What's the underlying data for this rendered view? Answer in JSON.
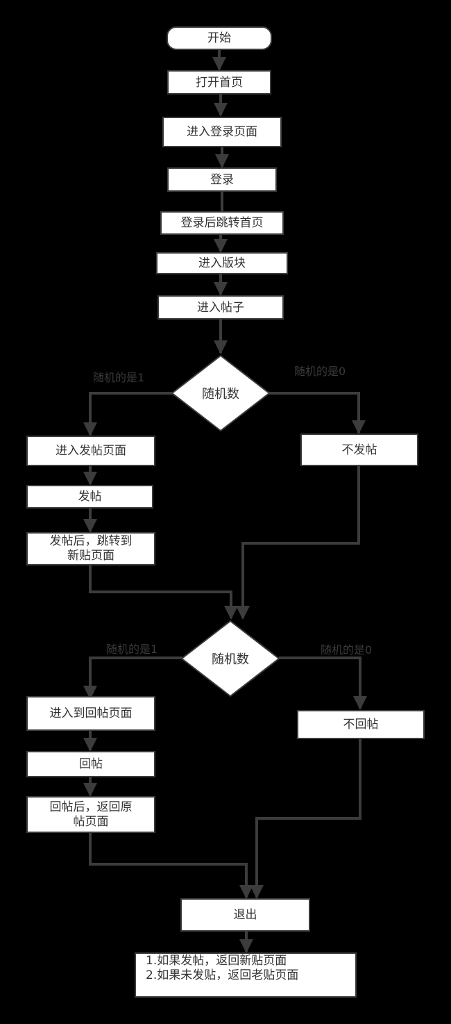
{
  "colors": {
    "background": "#000000",
    "node_fill": "#ffffff",
    "stroke": "#3c3c3c",
    "text": "#333333"
  },
  "nodes": {
    "start": "开始",
    "open_home": "打开首页",
    "enter_login": "进入登录页面",
    "login": "登录",
    "after_login": "登录后跳转首页",
    "enter_board": "进入版块",
    "enter_post": "进入帖子",
    "decision1": "随机数",
    "enter_new_post": "进入发帖页面",
    "post": "发帖",
    "after_post_l1": "发帖后，跳转到",
    "after_post_l2": "新贴页面",
    "no_post": "不发帖",
    "decision2": "随机数",
    "enter_reply": "进入到回帖页面",
    "reply": "回帖",
    "after_reply_l1": "回帖后，返回原",
    "after_reply_l2": "帖页面",
    "no_reply": "不回帖",
    "exit": "退出",
    "note_l1": "1.如果发帖，返回新贴页面",
    "note_l2": "2.如果未发贴，返回老贴页面"
  },
  "labels": {
    "d1_left": "随机的是1",
    "d1_right": "随机的是0",
    "d2_left": "随机的是1",
    "d2_right": "随机的是0"
  }
}
